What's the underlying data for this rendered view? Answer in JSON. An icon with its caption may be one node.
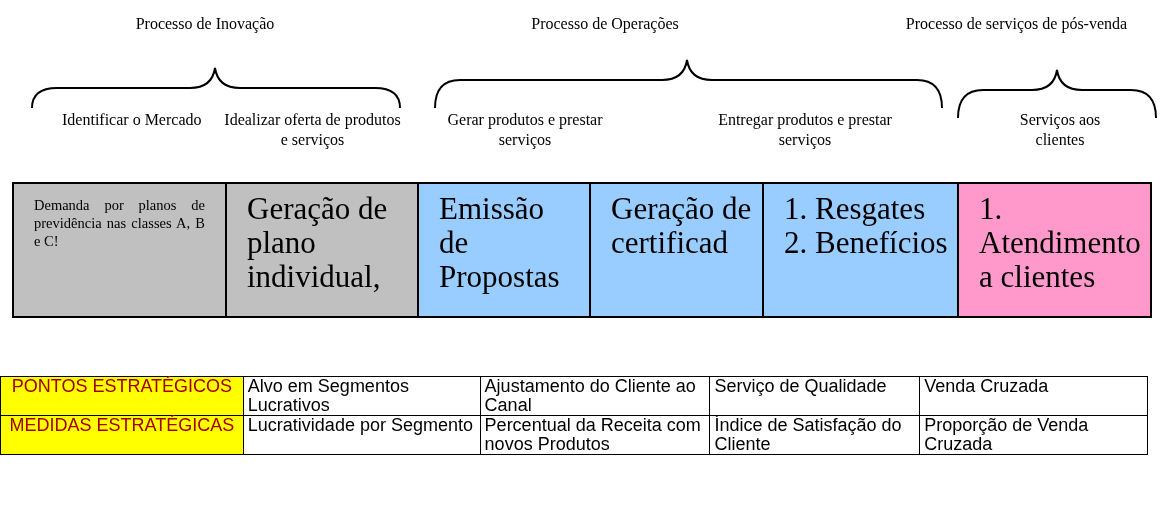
{
  "diagram": {
    "nodes": [
      {
        "text": [
          "Demanda por planos de previdência nas classes A, B e C!"
        ]
      },
      {
        "text": [
          "Geração de plano individual,"
        ]
      },
      {
        "text": [
          "Emissão de Propostas"
        ]
      },
      {
        "text": [
          "Geração de certificad"
        ]
      },
      {
        "text": [
          "1. Resgates 2. Benefícios"
        ]
      },
      {
        "text": [
          "1. Atendimento a clientes"
        ]
      }
    ],
    "labels": [
      "Processo de Inovação",
      "Processo de Operações",
      "Processo de serviços de pós-venda",
      "Identificar o Mercado",
      "Idealizar oferta de produtos e serviços",
      "Gerar produtos e prestar serviços",
      "Entregar produtos e prestar serviços",
      "Serviços aos clientes",
      "PONTOS ESTRATÉGICOS",
      "Alvo em Segmentos Lucrativos",
      "Ajustamento do Cliente ao Canal",
      "Serviço de Qualidade",
      "Venda Cruzada",
      "MEDIDAS ESTRATÉGICAS",
      "Lucratividade por Segmento",
      "Percentual da Receita com novos Produtos",
      "Índice de Satisfação do Cliente",
      "Proporção de Venda Cruzada"
    ]
  }
}
